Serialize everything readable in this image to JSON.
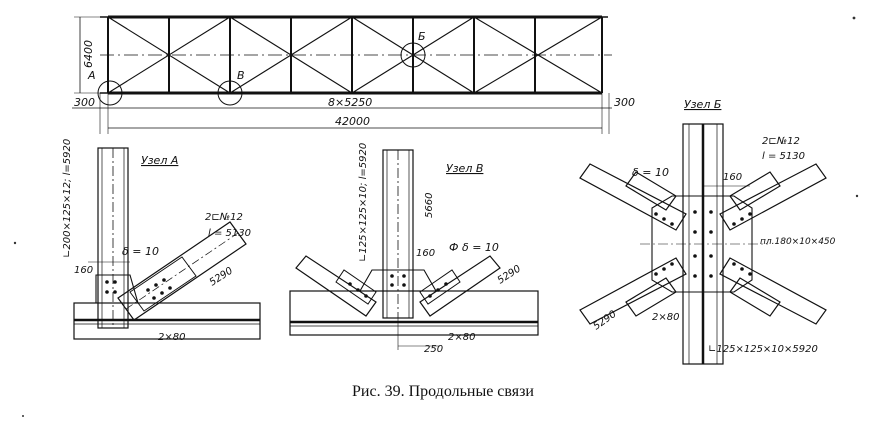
{
  "figure": {
    "caption": "Рис. 39. Продольные связи"
  },
  "truss": {
    "height_dim": "6400",
    "span_dim": "8×5250",
    "overall_dim": "42000",
    "left_offset": "300",
    "right_offset": "300",
    "node_a": "А",
    "node_b": "Б",
    "node_v": "В"
  },
  "node_a_detail": {
    "title": "Узел А",
    "column_profile": "∟200×125×12; l=5920",
    "channel": "2⊏№12",
    "channel_length": "l = 5130",
    "plate": "δ = 10",
    "dim_160": "160",
    "dim_5290": "5290",
    "bolts": "2×80"
  },
  "node_v_detail": {
    "title": "Узел В",
    "profile": "∟125×125×10; l=5920",
    "dim_5660": "5660",
    "dim_160": "160",
    "plate": "Ф δ = 10",
    "dim_5290": "5290",
    "dim_250": "250",
    "bolts": "2×80"
  },
  "node_b_detail": {
    "title": "Узел Б",
    "channel": "2⊏№12",
    "channel_length": "l = 5130",
    "plate": "δ = 10",
    "dim_160": "160",
    "plate_spec": "пл.180×10×450",
    "dim_5290": "5290",
    "bolts": "2×80",
    "profile": "∟125×125×10×5920"
  }
}
